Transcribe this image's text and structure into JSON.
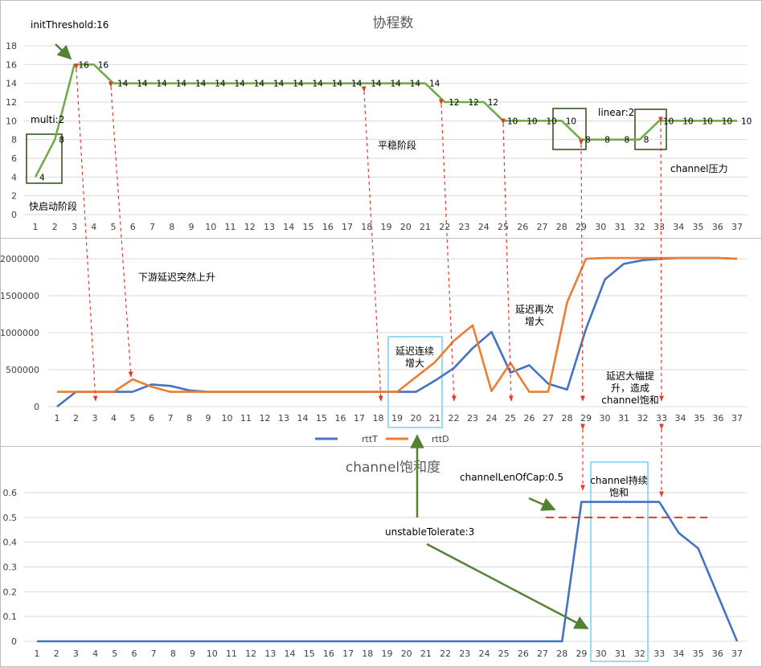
{
  "colors": {
    "green": "#70ad47",
    "blue": "#4472c4",
    "orange": "#ed7d31",
    "red": "#e23b2a",
    "darkgreen": "#375623",
    "cyan": "#7fd3f0",
    "grid": "#d9d9d9",
    "text": "#404040",
    "title": "#595959"
  },
  "chart_data": [
    {
      "type": "line",
      "title": "协程数",
      "x": [
        1,
        2,
        3,
        4,
        5,
        6,
        7,
        8,
        9,
        10,
        11,
        12,
        13,
        14,
        15,
        16,
        17,
        18,
        19,
        20,
        21,
        22,
        23,
        24,
        25,
        26,
        27,
        28,
        29,
        30,
        31,
        32,
        33,
        34,
        35,
        36,
        37
      ],
      "ylim": [
        0,
        18
      ],
      "yticks": [
        0,
        2,
        4,
        6,
        8,
        10,
        12,
        14,
        16,
        18
      ],
      "series": [
        {
          "values": [
            4,
            8,
            16,
            16,
            14,
            14,
            14,
            14,
            14,
            14,
            14,
            14,
            14,
            14,
            14,
            14,
            14,
            14,
            14,
            14,
            14,
            12,
            12,
            12,
            10,
            10,
            10,
            10,
            8,
            8,
            8,
            8,
            10,
            10,
            10,
            10,
            10
          ]
        }
      ],
      "point_labels": [
        {
          "x": 1,
          "text": "4"
        },
        {
          "x": 2,
          "text": "8"
        },
        {
          "x": 3,
          "text": "16"
        },
        {
          "x": 4,
          "text": "16"
        },
        {
          "x": 5,
          "text": "14"
        },
        {
          "x": 6,
          "text": "14"
        },
        {
          "x": 7,
          "text": "14"
        },
        {
          "x": 8,
          "text": "14"
        },
        {
          "x": 9,
          "text": "14"
        },
        {
          "x": 10,
          "text": "14"
        },
        {
          "x": 11,
          "text": "14"
        },
        {
          "x": 12,
          "text": "14"
        },
        {
          "x": 13,
          "text": "14"
        },
        {
          "x": 14,
          "text": "14"
        },
        {
          "x": 15,
          "text": "14"
        },
        {
          "x": 16,
          "text": "14"
        },
        {
          "x": 17,
          "text": "14"
        },
        {
          "x": 18,
          "text": "14"
        },
        {
          "x": 19,
          "text": "14"
        },
        {
          "x": 20,
          "text": "14"
        },
        {
          "x": 21,
          "text": "14"
        },
        {
          "x": 22,
          "text": "12"
        },
        {
          "x": 23,
          "text": "12"
        },
        {
          "x": 24,
          "text": "12"
        },
        {
          "x": 25,
          "text": "10"
        },
        {
          "x": 26,
          "text": "10"
        },
        {
          "x": 27,
          "text": "10"
        },
        {
          "x": 28,
          "text": "10"
        },
        {
          "x": 29,
          "text": "8"
        },
        {
          "x": 30,
          "text": "8"
        },
        {
          "x": 31,
          "text": "8"
        },
        {
          "x": 32,
          "text": "8"
        },
        {
          "x": 33,
          "text": "10"
        },
        {
          "x": 34,
          "text": "10"
        },
        {
          "x": 35,
          "text": "10"
        },
        {
          "x": 36,
          "text": "10"
        },
        {
          "x": 37,
          "text": "10"
        }
      ],
      "annotations": [
        "initThreshold:16",
        "multi:2",
        "快启动阶段",
        "平稳阶段",
        "linear:2",
        "channel压力"
      ]
    },
    {
      "type": "line",
      "title": "",
      "x": [
        1,
        2,
        3,
        4,
        5,
        6,
        7,
        8,
        9,
        10,
        11,
        12,
        13,
        14,
        15,
        16,
        17,
        18,
        19,
        20,
        21,
        22,
        23,
        24,
        25,
        26,
        27,
        28,
        29,
        30,
        31,
        32,
        33,
        34,
        35,
        36,
        37
      ],
      "ylim": [
        0,
        2000000
      ],
      "yticks": [
        0,
        500000,
        1000000,
        1500000,
        2000000
      ],
      "series": [
        {
          "name": "rttT",
          "values": [
            0,
            200000,
            200000,
            200000,
            200000,
            300000,
            280000,
            220000,
            200000,
            200000,
            200000,
            200000,
            200000,
            200000,
            200000,
            200000,
            200000,
            200000,
            200000,
            200000,
            350000,
            520000,
            790000,
            1010000,
            460000,
            560000,
            310000,
            230000,
            1050000,
            1720000,
            1930000,
            1980000,
            2000000,
            2010000,
            2010000,
            2010000,
            2000000
          ]
        },
        {
          "name": "rttD",
          "values": [
            200000,
            200000,
            200000,
            200000,
            370000,
            270000,
            200000,
            200000,
            200000,
            200000,
            200000,
            200000,
            200000,
            200000,
            200000,
            200000,
            200000,
            200000,
            200000,
            400000,
            600000,
            890000,
            1100000,
            210000,
            590000,
            200000,
            200000,
            1410000,
            2000000,
            2010000,
            2010000,
            2010000,
            2010000,
            2010000,
            2010000,
            2010000,
            2000000
          ]
        }
      ],
      "legend": [
        "rttT",
        "rttD"
      ],
      "annotations": [
        "下游延迟突然上升",
        "延迟连续",
        "增大",
        "延迟再次",
        "增大",
        "延迟大幅提",
        "升，造成",
        "channel饱和"
      ]
    },
    {
      "type": "line",
      "title": "channel饱和度",
      "x": [
        1,
        2,
        3,
        4,
        5,
        6,
        7,
        8,
        9,
        10,
        11,
        12,
        13,
        14,
        15,
        16,
        17,
        18,
        19,
        20,
        21,
        22,
        23,
        24,
        25,
        26,
        27,
        28,
        29,
        30,
        31,
        32,
        33,
        34,
        35,
        36,
        37
      ],
      "ylim": [
        0,
        0.6
      ],
      "yticks": [
        "0",
        "0.1",
        "0.2",
        "0.3",
        "0.4",
        "0.5",
        "0.6"
      ],
      "series": [
        {
          "values": [
            0,
            0,
            0,
            0,
            0,
            0,
            0,
            0,
            0,
            0,
            0,
            0,
            0,
            0,
            0,
            0,
            0,
            0,
            0,
            0,
            0,
            0,
            0,
            0,
            0,
            0,
            0,
            0,
            0.5625,
            0.5625,
            0.5625,
            0.5625,
            0.5625,
            0.4375,
            0.375,
            0.1875,
            0
          ]
        }
      ],
      "threshold": 0.5,
      "annotations": [
        "channelLenOfCap:0.5",
        "unstableTolerate:3",
        "channel持续",
        "饱和"
      ]
    }
  ]
}
